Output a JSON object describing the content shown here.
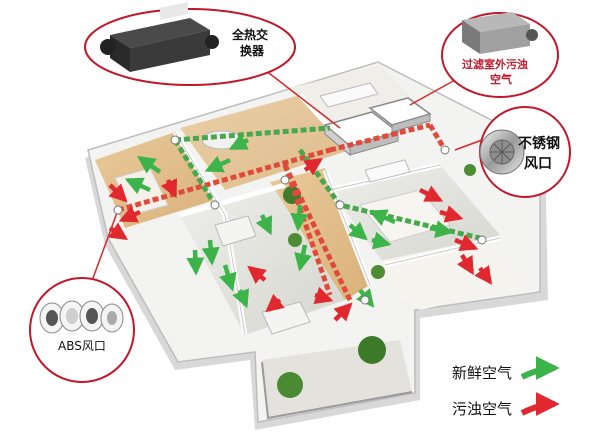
{
  "callouts": {
    "heat_exchanger": "全热交换器",
    "filter": "过滤室外污浊空气",
    "vent": "不锈钢风口",
    "abs": "ABS风口"
  },
  "legend": {
    "fresh": "新鲜空气",
    "stale": "污浊空气"
  },
  "colors": {
    "fresh": "#3cb44a",
    "stale": "#e0282e",
    "callout_ring": "#c0182a",
    "duct_stale": "#e04a3a",
    "duct_fresh": "#49a74d"
  }
}
